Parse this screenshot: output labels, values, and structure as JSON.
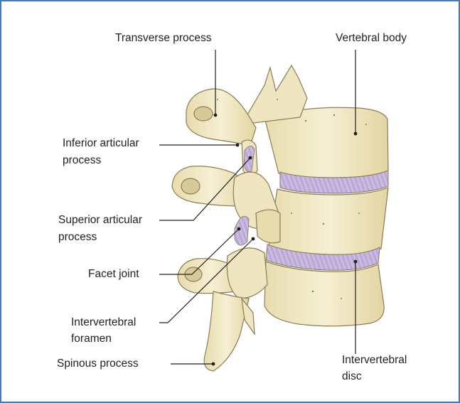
{
  "colors": {
    "border": "#3d7cc4",
    "bone": "#f2e9c8",
    "bone_shadow": "#d9cc9c",
    "bone_outline": "#8a7d55",
    "disc": "#c9b8df",
    "disc_stripe": "#a994c9",
    "leader_line": "#231f20"
  },
  "labels": {
    "transverse_process": "Transverse process",
    "vertebral_body": "Vertebral body",
    "inferior_articular_line1": "Inferior articular",
    "inferior_articular_line2": "process",
    "superior_articular_line1": "Superior articular",
    "superior_articular_line2": "process",
    "facet_joint": "Facet joint",
    "intervertebral_foramen_line1": "Intervertebral",
    "intervertebral_foramen_line2": "foramen",
    "spinous_process": "Spinous process",
    "intervertebral_disc_line1": "Intervertebral",
    "intervertebral_disc_line2": "disc"
  }
}
